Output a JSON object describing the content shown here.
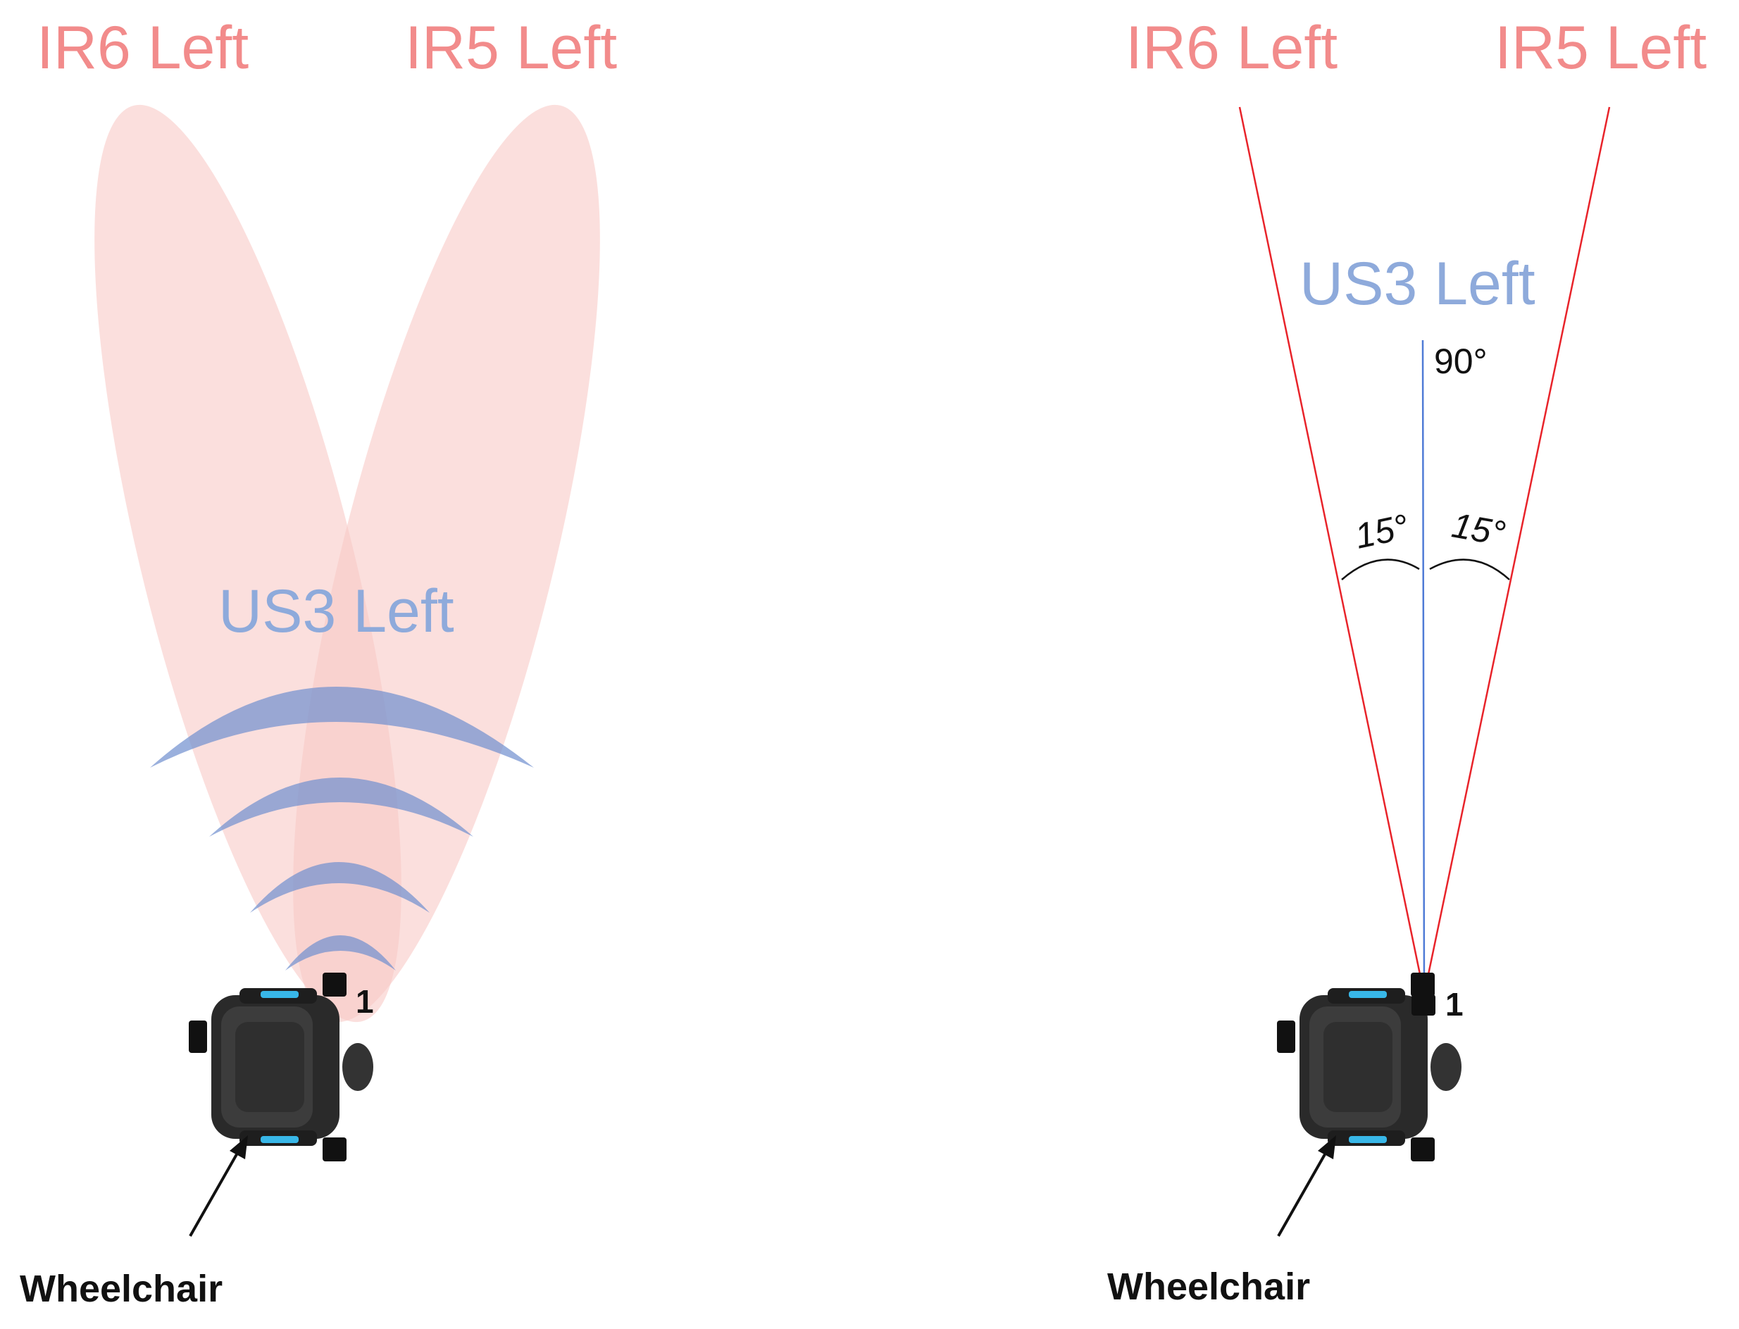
{
  "left_panel": {
    "ir6_label": "IR6 Left",
    "ir5_label": "IR5 Left",
    "us3_label": "US3 Left",
    "sensor_number": "1",
    "wheelchair_label": "Wheelchair"
  },
  "right_panel": {
    "ir6_label": "IR6 Left",
    "ir5_label": "IR5 Left",
    "us3_label": "US3 Left",
    "angle_center": "90°",
    "angle_left": "15°",
    "angle_right": "15°",
    "sensor_number": "1",
    "wheelchair_label": "Wheelchair"
  },
  "colors": {
    "ir": "#f28b8b",
    "ir_beam": "#f9c9c6",
    "us": "#8eaadb",
    "us_wave": "#6f8fcf",
    "ir_line": "#e8232a",
    "us_line": "#4f7bd6"
  }
}
